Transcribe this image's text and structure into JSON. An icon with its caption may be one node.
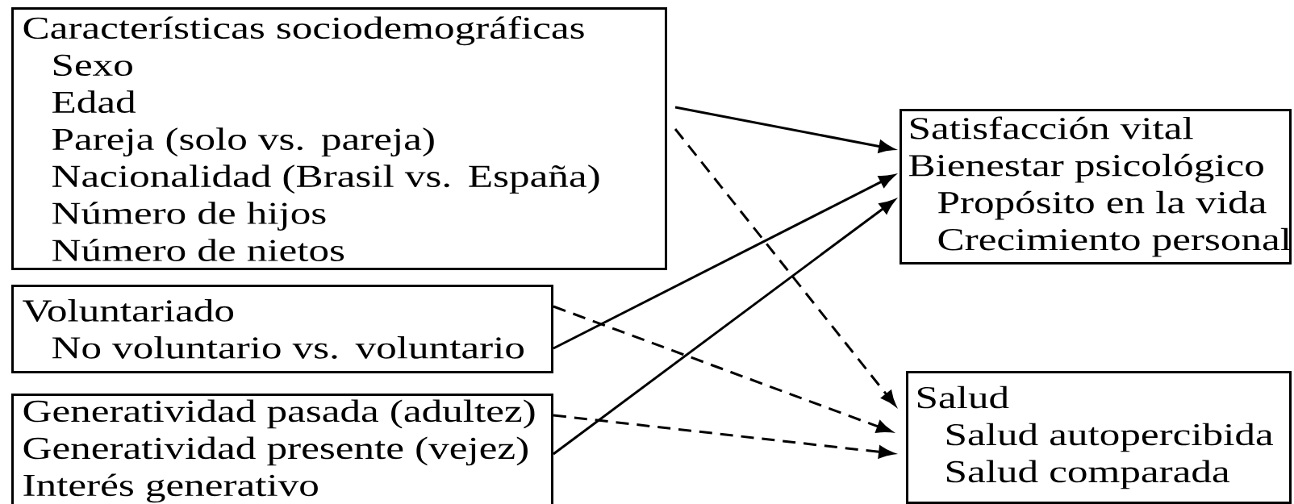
{
  "diagram": {
    "nodes": [
      {
        "text": [
          "Características sociodemográficas",
          "Sexo",
          "Edad",
          "Pareja (solo vs. pareja)",
          "Nacionalidad (Brasil vs. España)",
          "Número de hijos",
          "Número de nietos"
        ]
      },
      {
        "text": [
          "Voluntariado",
          "No voluntario vs. voluntario"
        ]
      },
      {
        "text": [
          "Generatividad pasada (adultez)",
          "Generatividad presente (vejez)",
          "Interés generativo"
        ]
      },
      {
        "text": [
          "Satisfacción vital",
          "Bienestar psicológico",
          "Propósito en la vida",
          "Crecimiento personal"
        ]
      },
      {
        "text": [
          "Salud",
          "Salud autopercibida",
          "Salud comparada"
        ]
      }
    ],
    "edges": [
      {
        "from": 0,
        "to": 3,
        "arrow": "to"
      },
      {
        "from": 0,
        "to": 4,
        "arrow": "to",
        "style": "dashed"
      },
      {
        "from": 1,
        "to": 3,
        "arrow": "to"
      },
      {
        "from": 1,
        "to": 4,
        "arrow": "to",
        "style": "dashed"
      },
      {
        "from": 2,
        "to": 3,
        "arrow": "to"
      },
      {
        "from": 2,
        "to": 4,
        "arrow": "to",
        "style": "dashed"
      }
    ]
  }
}
